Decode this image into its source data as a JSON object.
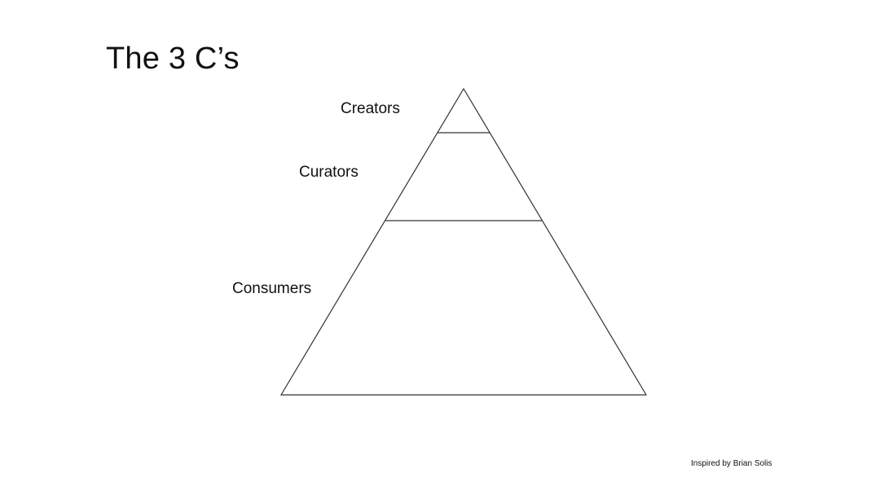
{
  "slide": {
    "title": "The 3 C’s",
    "credit": "Inspired by Brian Solis"
  },
  "pyramid": {
    "tiers": [
      {
        "label": "Creators"
      },
      {
        "label": "Curators"
      },
      {
        "label": "Consumers"
      }
    ],
    "stroke_color": "#333333",
    "fill_color": "#ffffff"
  }
}
